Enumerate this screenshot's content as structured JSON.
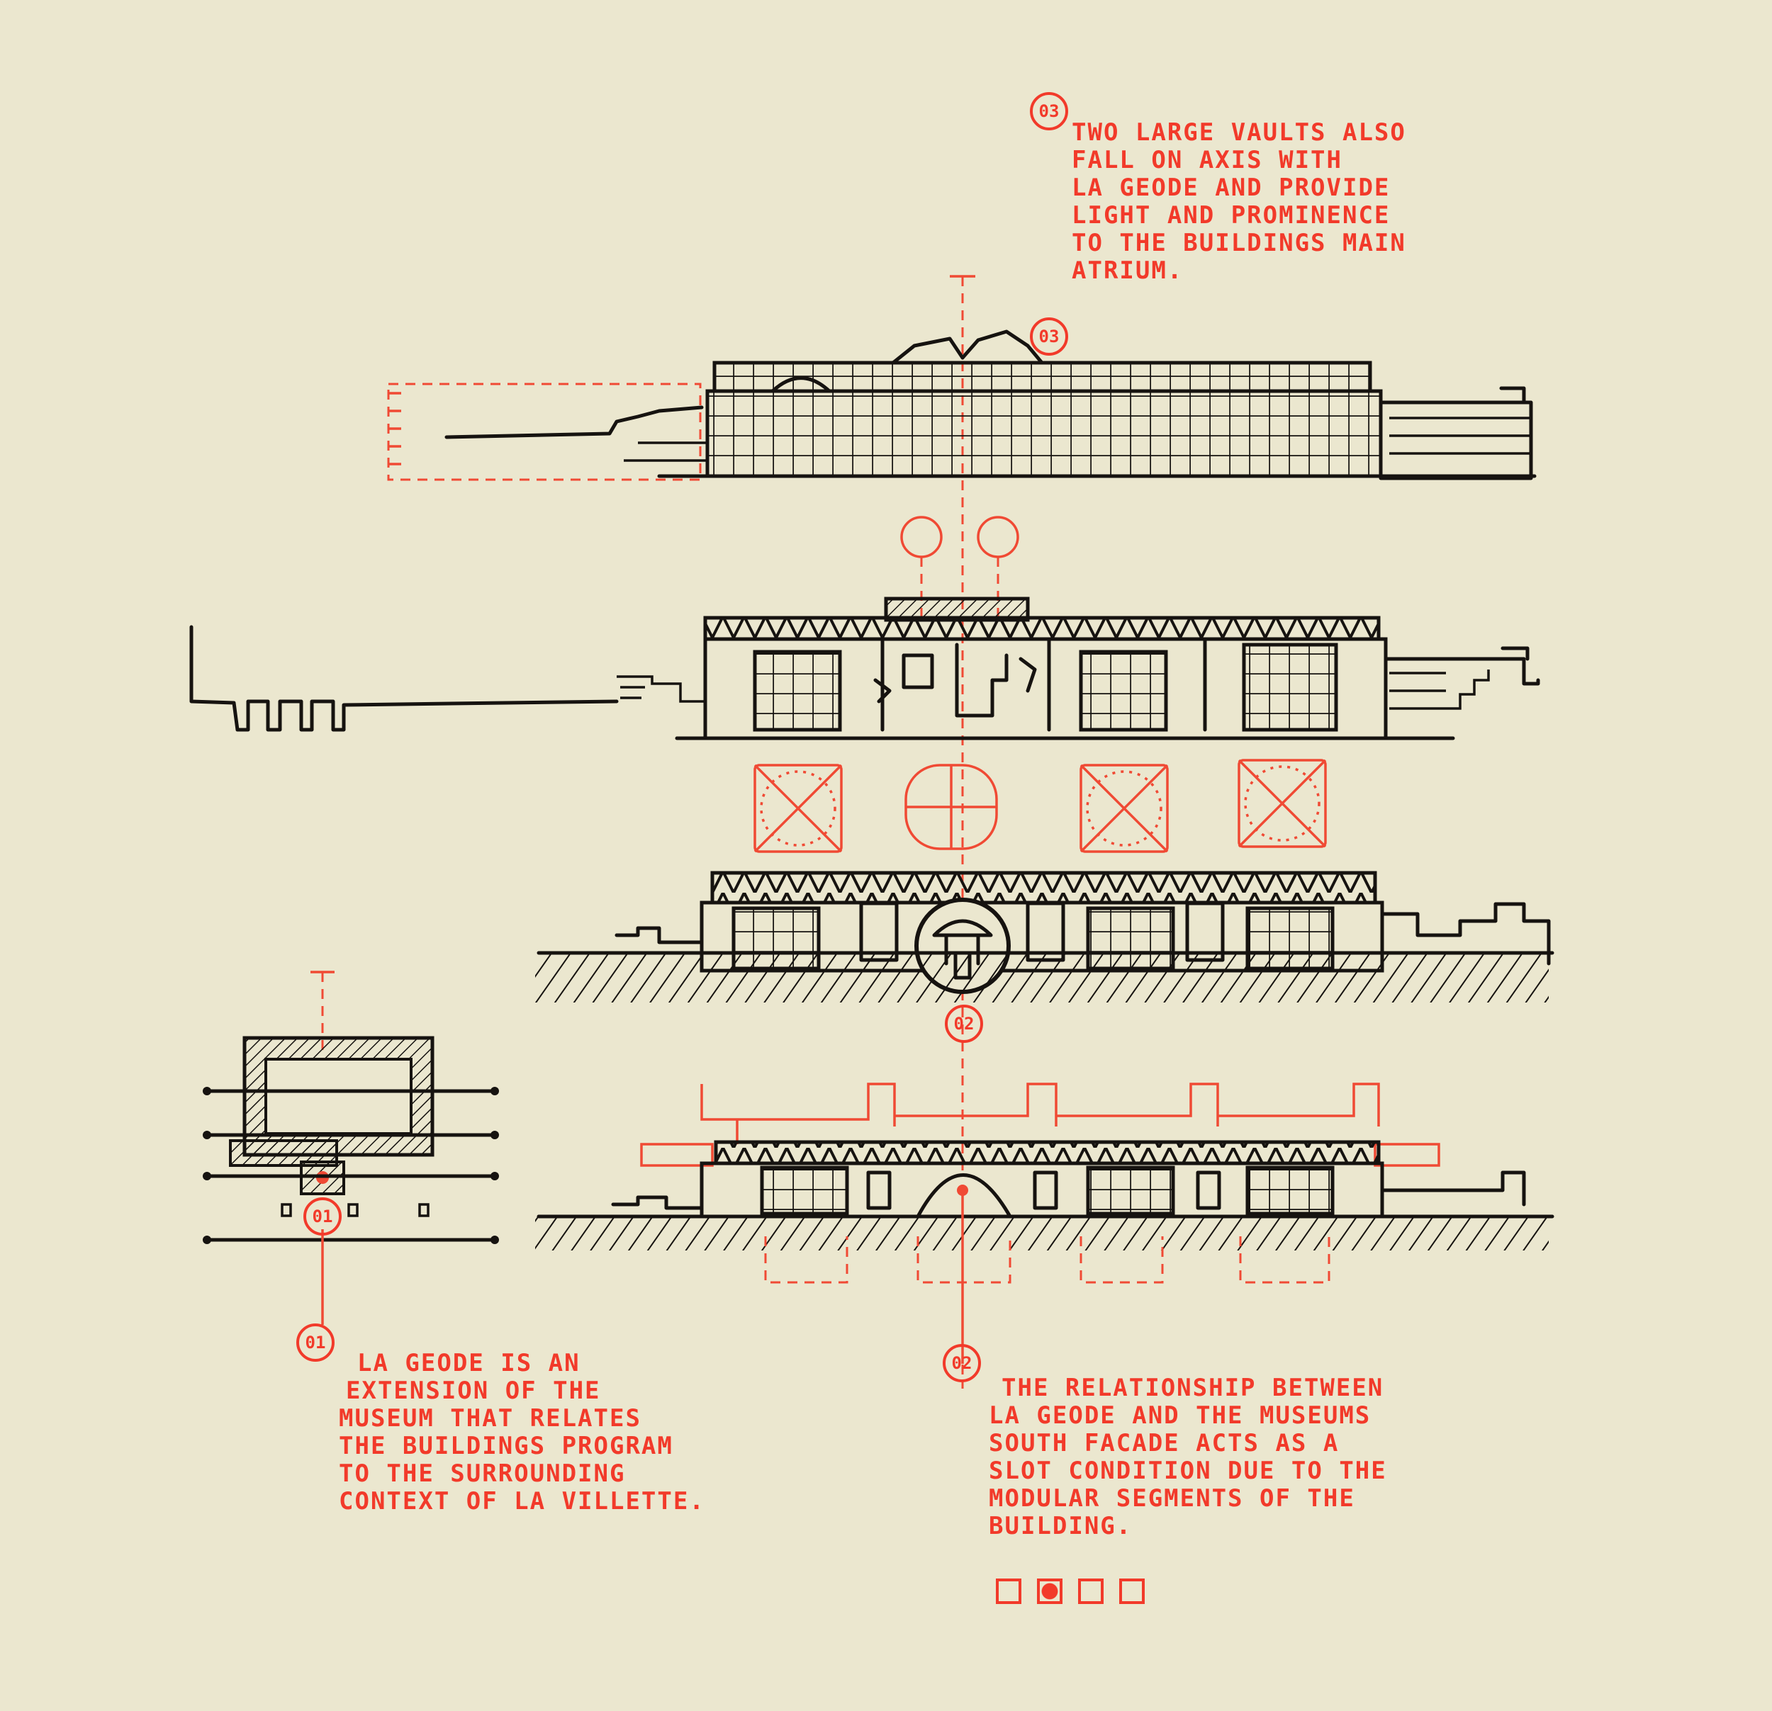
{
  "annotations": {
    "note_01": {
      "tag": "01",
      "lines": [
        "LA GEODE IS AN",
        "EXTENSION OF THE",
        "MUSEUM THAT RELATES",
        "THE BUILDINGS PROGRAM",
        "TO THE SURROUNDING",
        "CONTEXT OF LA VILLETTE."
      ]
    },
    "note_02": {
      "tag": "02",
      "lines": [
        "THE RELATIONSHIP BETWEEN",
        "LA GEODE AND THE MUSEUMS",
        "SOUTH FACADE ACTS AS A",
        "SLOT CONDITION DUE TO THE",
        "MODULAR SEGMENTS OF THE",
        "BUILDING."
      ]
    },
    "note_03": {
      "tag": "03",
      "lines": [
        "TWO LARGE VAULTS ALSO",
        "FALL ON AXIS WITH",
        "LA GEODE AND PROVIDE",
        "LIGHT AND PROMINENCE",
        "TO THE BUILDINGS MAIN",
        "ATRIUM."
      ]
    }
  },
  "markers": {
    "plan_tag": "01",
    "section_tag": "02",
    "roof_tag": "03"
  },
  "page_indicator": {
    "total": 4,
    "active_index": 1
  },
  "colors": {
    "paper": "#ebe7cf",
    "ink": "#161310",
    "accent": "#f23a2a"
  }
}
